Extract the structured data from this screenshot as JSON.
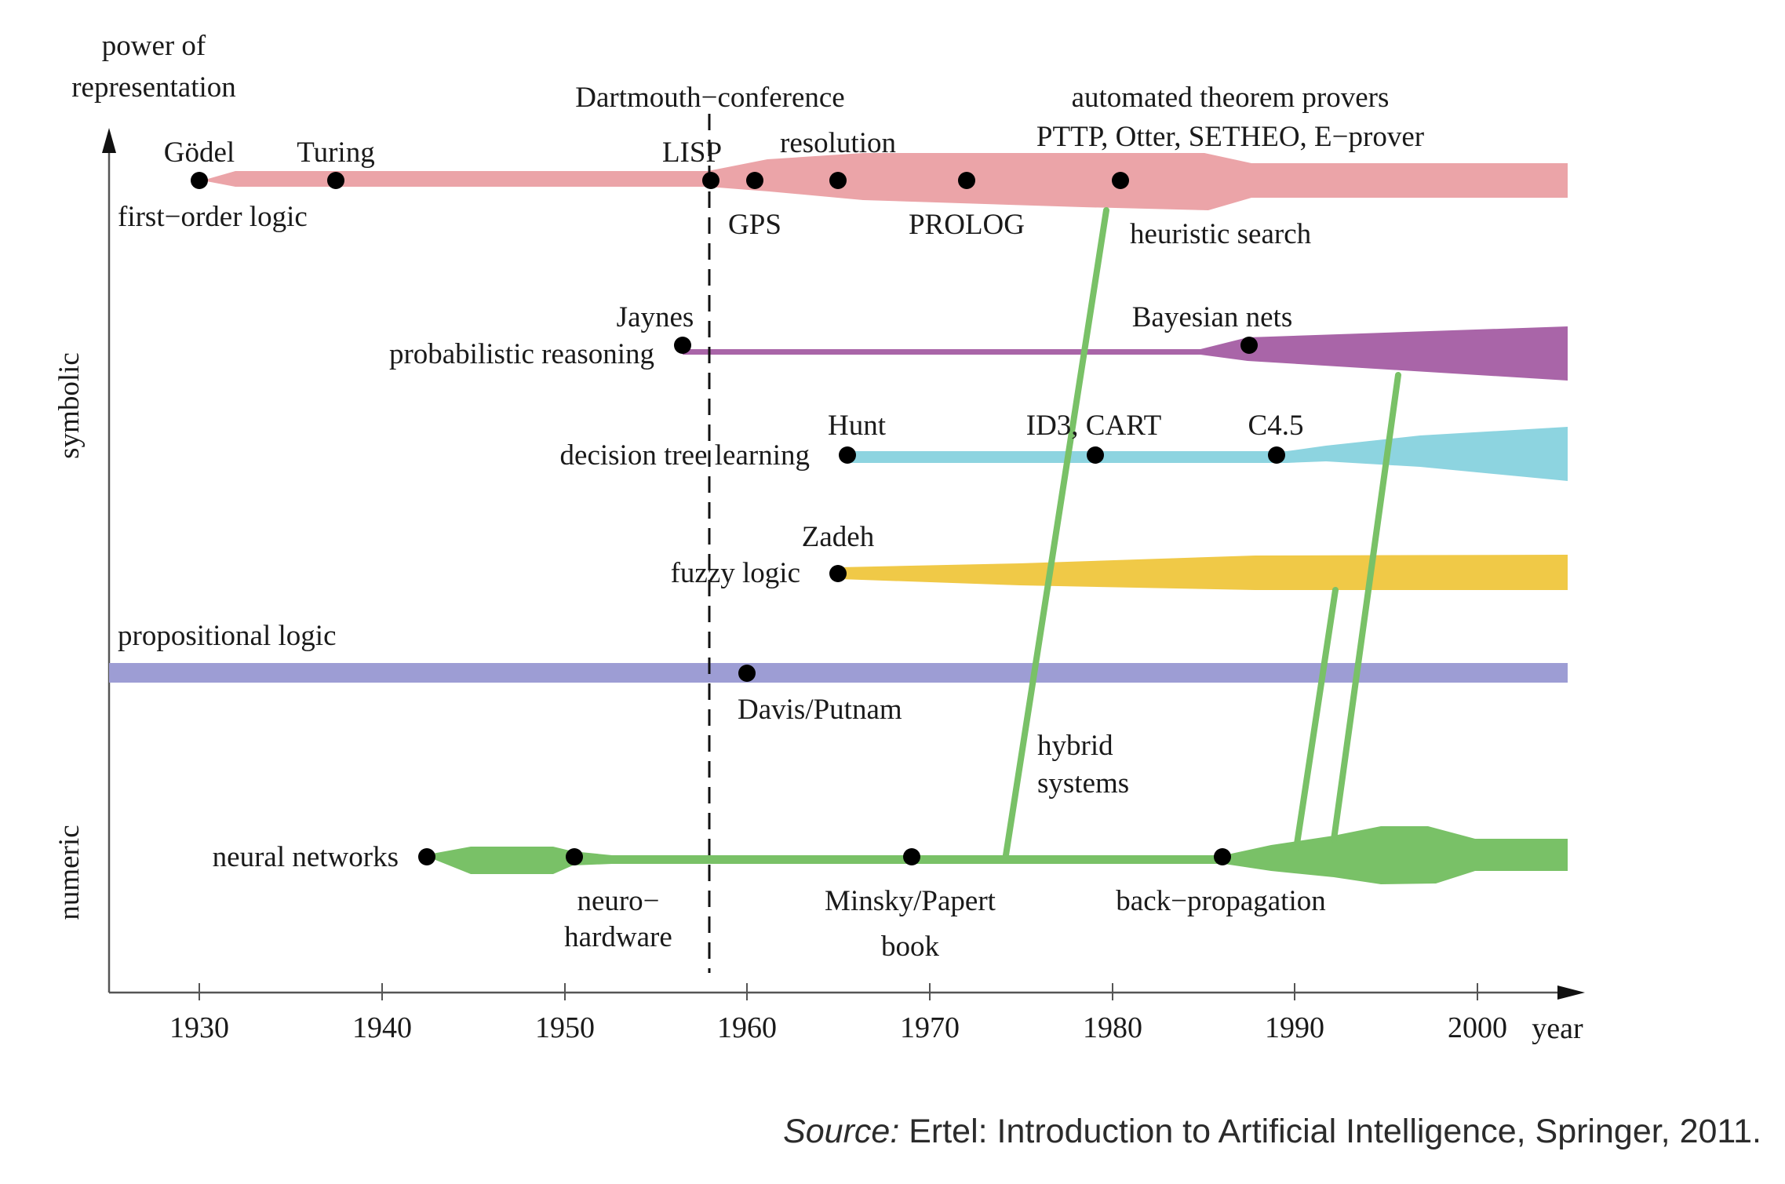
{
  "axes": {
    "y_label_lines": [
      "power of",
      "representation"
    ],
    "x_label": "year",
    "x_ticks": [
      "1930",
      "1940",
      "1950",
      "1960",
      "1970",
      "1980",
      "1990",
      "2000"
    ],
    "category_symbolic": "symbolic",
    "category_numeric": "numeric"
  },
  "conference": {
    "label": "Dartmouth−conference",
    "year": 1958
  },
  "colors": {
    "first_order_logic": "#eba4a8",
    "probabilistic": "#a965a8",
    "decision_tree": "#8dd4e0",
    "fuzzy": "#f0c947",
    "propositional": "#9d9dd4",
    "neural": "#79c167",
    "hybrid_links": "#79c167"
  },
  "streams": {
    "first_order_logic": {
      "label": "first−order logic"
    },
    "probabilistic": {
      "label": "probabilistic reasoning"
    },
    "decision_tree": {
      "label": "decision tree learning"
    },
    "fuzzy": {
      "label": "fuzzy logic"
    },
    "propositional": {
      "label": "propositional logic"
    },
    "neural": {
      "label": "neural networks"
    }
  },
  "milestones": {
    "goedel": {
      "label": "Gödel",
      "year": 1930
    },
    "turing": {
      "label": "Turing",
      "year": 1937
    },
    "lisp": {
      "label": "LISP",
      "year": 1958
    },
    "gps": {
      "label": "GPS",
      "year": 1960
    },
    "resolution": {
      "label": "resolution",
      "year": 1965
    },
    "prolog": {
      "label": "PROLOG",
      "year": 1972
    },
    "atp": {
      "label_lines": [
        "automated theorem provers",
        "PTTP, Otter, SETHEO, E−prover"
      ],
      "year": 1981
    },
    "heuristic": {
      "label": "heuristic search"
    },
    "jaynes": {
      "label": "Jaynes",
      "year": 1957
    },
    "bayes": {
      "label": "Bayesian nets",
      "year": 1988
    },
    "hunt": {
      "label": "Hunt",
      "year": 1966
    },
    "id3": {
      "label": "ID3, CART",
      "year": 1979
    },
    "c45": {
      "label": "C4.5",
      "year": 1989
    },
    "zadeh": {
      "label": "Zadeh",
      "year": 1965
    },
    "davis": {
      "label": "Davis/Putnam",
      "year": 1960
    },
    "nn_start": {
      "year": 1943
    },
    "neurohw": {
      "label_lines": [
        "neuro−",
        "hardware"
      ],
      "year": 1951
    },
    "minsky": {
      "label_lines": [
        "Minsky/Papert",
        "book"
      ],
      "year": 1969
    },
    "backprop": {
      "label": "back−propagation",
      "year": 1986
    },
    "hybrid": {
      "label_lines": [
        "hybrid",
        "systems"
      ]
    }
  },
  "source": {
    "lead": "Source:",
    "text": " Ertel: Introduction to Artificial Intelligence, Springer, 2011."
  }
}
